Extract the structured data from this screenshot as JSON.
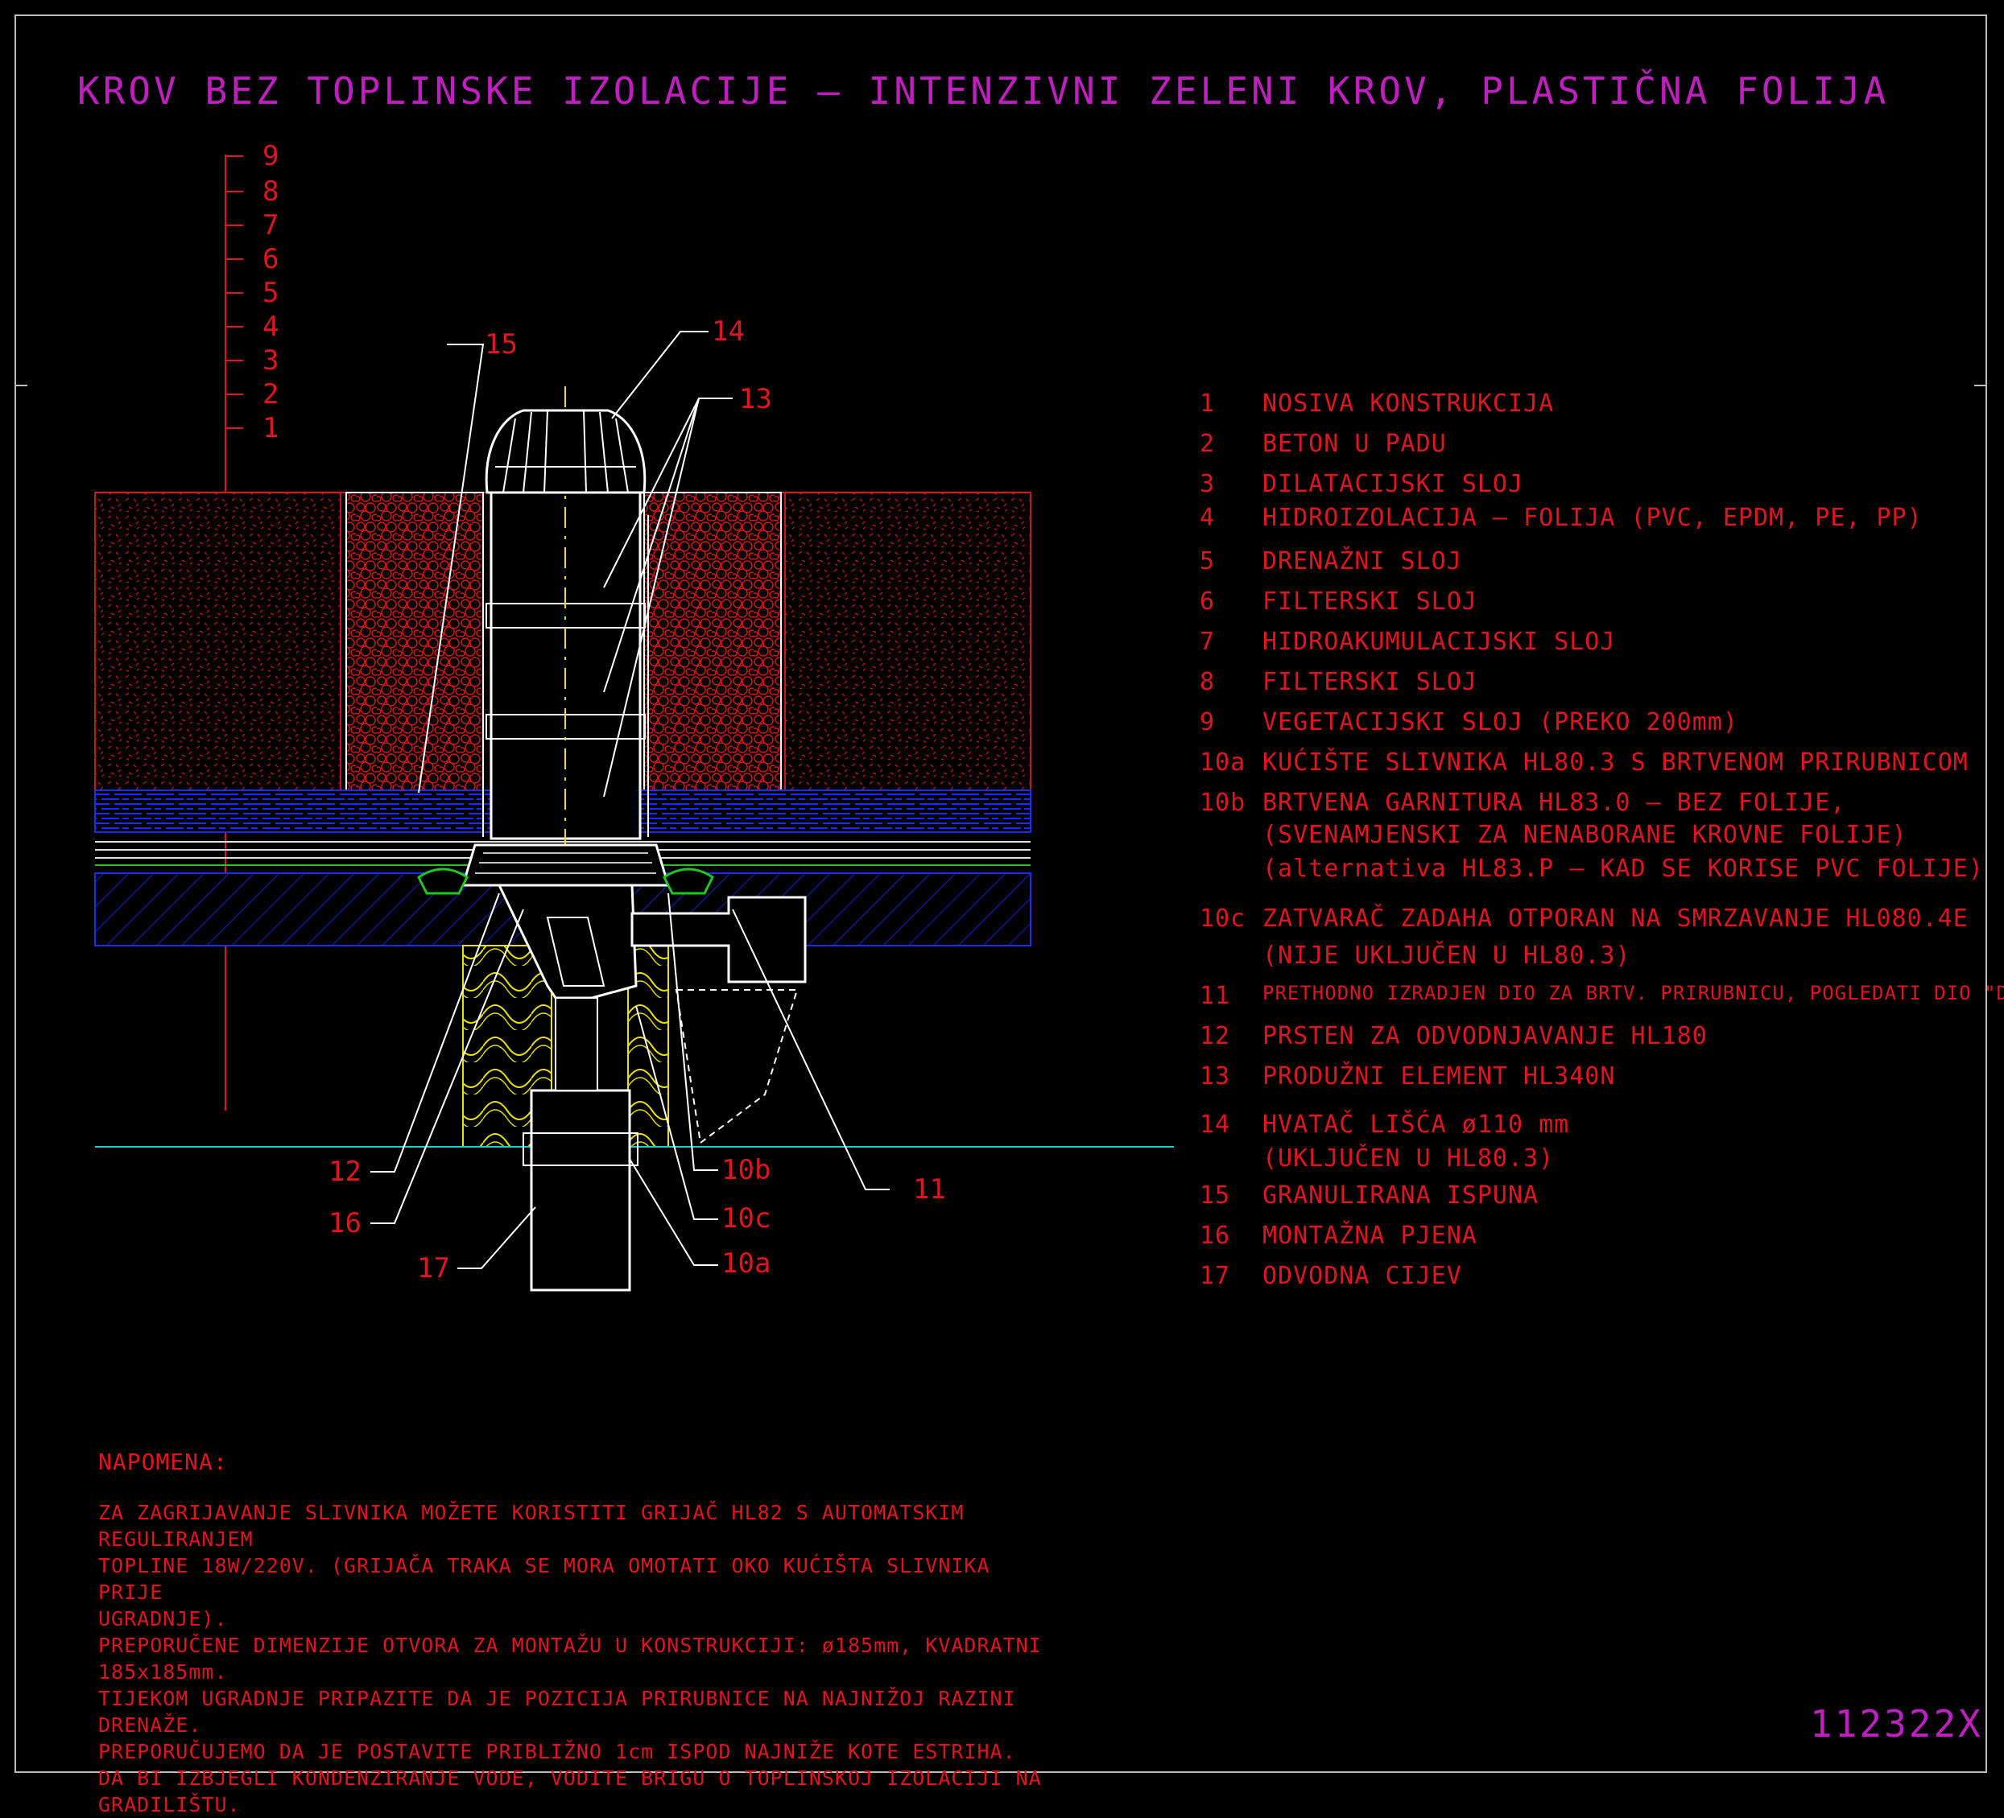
{
  "title": "KROV BEZ TOPLINSKE IZOLACIJE – INTENZIVNI ZELENI KROV, PLASTIČNA FOLIJA",
  "drawing_code": "112322X",
  "colors": {
    "frame": "#bdbdbd",
    "title": "#c01fc0",
    "text": "#e0141e",
    "blue": "#1a2bff",
    "yellow": "#e8e000",
    "cyan": "#22c9c9",
    "white": "#ffffff",
    "green": "#1fc71f"
  },
  "layer_scale": [
    "9",
    "8",
    "7",
    "6",
    "5",
    "4",
    "3",
    "2",
    "1"
  ],
  "callouts": {
    "c15": "15",
    "c14": "14",
    "c13": "13",
    "c12": "12",
    "c16": "16",
    "c17": "17",
    "c10b": "10b",
    "c10c": "10c",
    "c10a": "10a",
    "c11": "11"
  },
  "legend": [
    {
      "num": "1",
      "text": "NOSIVA KONSTRUKCIJA"
    },
    {
      "num": "2",
      "text": "BETON U PADU"
    },
    {
      "num": "3",
      "text": "DILATACIJSKI SLOJ"
    },
    {
      "num": "4",
      "text": "HIDROIZOLACIJA – FOLIJA (PVC, EPDM, PE, PP)"
    },
    {
      "num": "5",
      "text": "DRENAŽNI SLOJ"
    },
    {
      "num": "6",
      "text": "FILTERSKI SLOJ"
    },
    {
      "num": "7",
      "text": "HIDROAKUMULACIJSKI SLOJ"
    },
    {
      "num": "8",
      "text": "FILTERSKI SLOJ"
    },
    {
      "num": "9",
      "text": "VEGETACIJSKI SLOJ (PREKO 200mm)"
    },
    {
      "num": "10a",
      "text": "KUĆIŠTE SLIVNIKA HL80.3 S BRTVENOM PRIRUBNICOM"
    },
    {
      "num": "10b",
      "text": "BRTVENA GARNITURA HL83.0 – BEZ FOLIJE,"
    },
    {
      "num": "",
      "text": "(SVENAMJENSKI ZA NENABORANE KROVNE FOLIJE)"
    },
    {
      "num": "",
      "text": "(alternativa HL83.P – KAD SE KORISE PVC FOLIJE)"
    },
    {
      "num": "10c",
      "text": "ZATVARAČ ZADAHA OTPORAN NA SMRZAVANJE HL080.4E"
    },
    {
      "num": "",
      "text": "(NIJE UKLJUČEN U HL80.3)"
    },
    {
      "num": "11",
      "text": "PRETHODNO IZRADJEN DIO ZA BRTV. PRIRUBNICU, POGLEDATI DIO \"DODACI\""
    },
    {
      "num": "12",
      "text": "PRSTEN ZA ODVODNJAVANJE HL180"
    },
    {
      "num": "13",
      "text": "PRODUŽNI ELEMENT HL340N"
    },
    {
      "num": "14",
      "text": "HVATAČ LIŠĆA ø110 mm"
    },
    {
      "num": "",
      "text": "(UKLJUČEN U HL80.3)"
    },
    {
      "num": "15",
      "text": "GRANULIRANA ISPUNA"
    },
    {
      "num": "16",
      "text": "MONTAŽNA PJENA"
    },
    {
      "num": "17",
      "text": "ODVODNA CIJEV"
    }
  ],
  "notes": {
    "header": "NAPOMENA:",
    "lines": [
      "ZA ZAGRIJAVANJE SLIVNIKA MOŽETE KORISTITI GRIJAČ HL82 S AUTOMATSKIM REGULIRANJEM",
      "TOPLINE 18W/220V. (GRIJAČA TRAKA SE MORA OMOTATI OKO KUĆIŠTA SLIVNIKA PRIJE",
      "UGRADNJE).",
      "PREPORUČENE DIMENZIJE OTVORA ZA MONTAŽU U KONSTRUKCIJI: ø185mm, KVADRATNI",
      "185x185mm.",
      "TIJEKOM UGRADNJE PRIPAZITE DA JE POZICIJA PRIRUBNICE NA NAJNIŽOJ RAZINI DRENAŽE.",
      "PREPORUČUJEMO DA JE POSTAVITE PRIBLIŽNO 1cm ISPOD NAJNIŽE KOTE ESTRIHA.",
      "DA BI IZBJEGLI KONDENZIRANJE VODE, VODITE BRIGU O TOPLINSKOJ IZOLACIJI NA",
      "GRADILIŠTU."
    ]
  }
}
